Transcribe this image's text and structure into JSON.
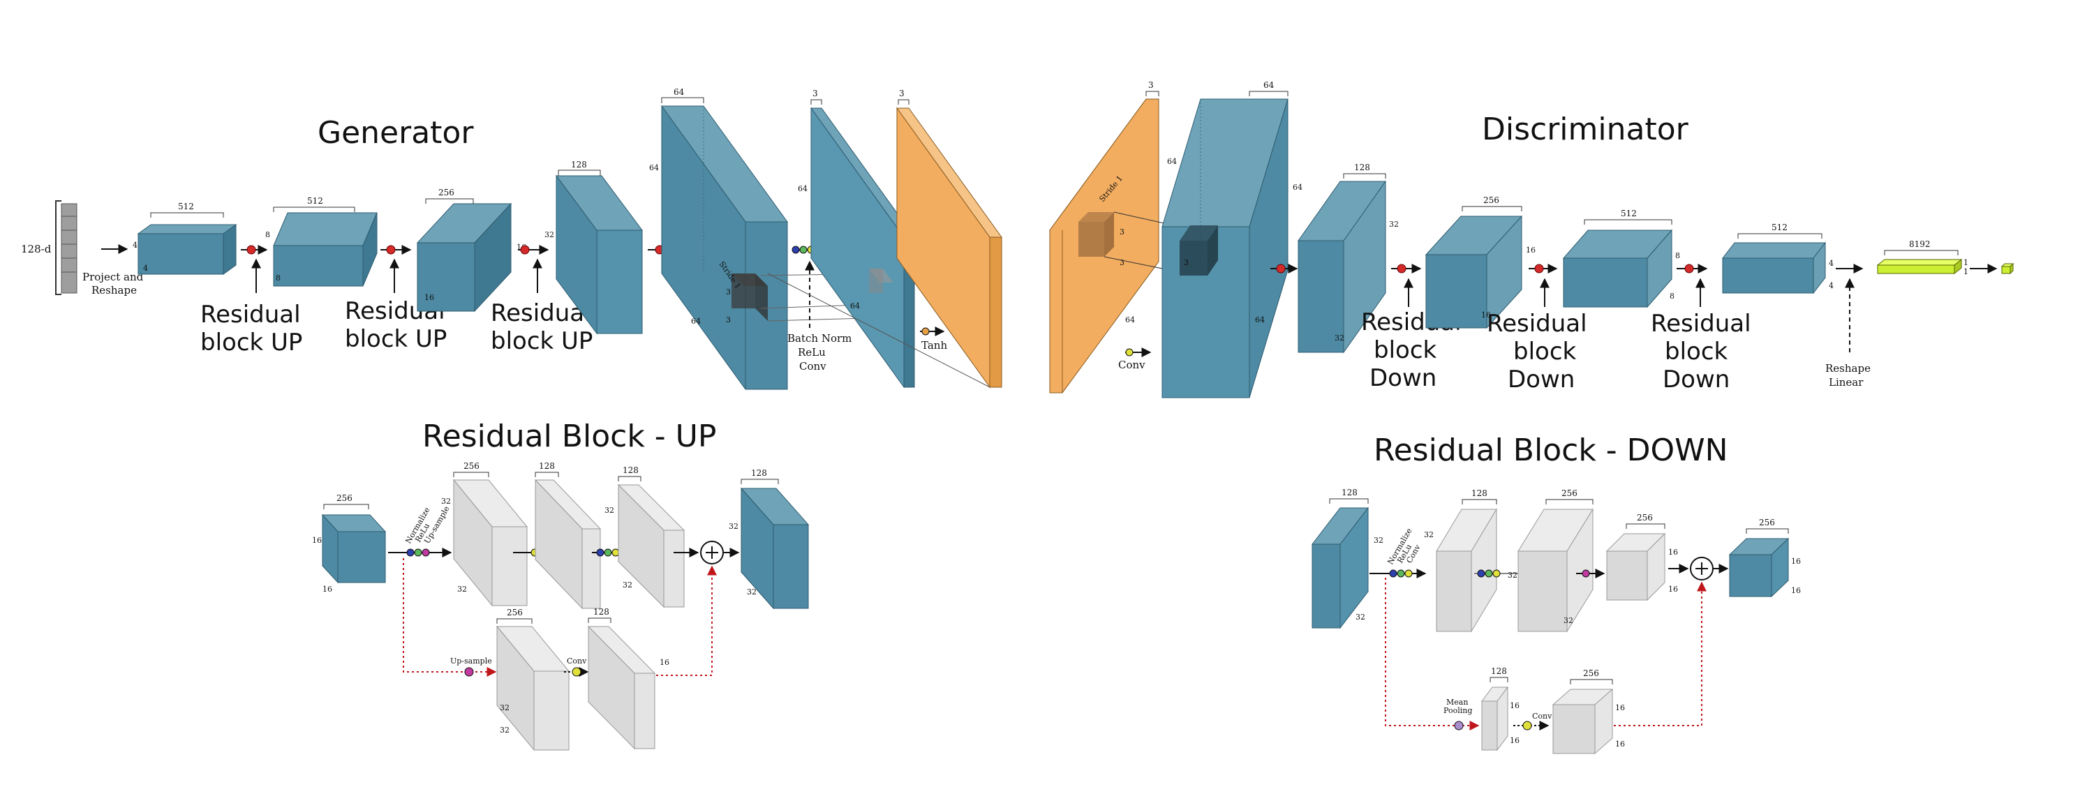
{
  "generator": {
    "title": "Generator",
    "input_label": "128-d",
    "project_label": [
      "Project and",
      "Reshape"
    ],
    "residual_labels": [
      [
        "Residual",
        "block UP"
      ],
      [
        "Residual",
        "block UP"
      ],
      [
        "Residual",
        "block UP"
      ]
    ],
    "block_dims": [
      "512",
      "512",
      "256",
      "128",
      "64"
    ],
    "side_dims": [
      [
        "4",
        "4"
      ],
      [
        "8",
        "8"
      ],
      [
        "16",
        "16"
      ],
      [
        "32"
      ],
      [
        "64",
        "64"
      ]
    ],
    "conv_label": [
      "Batch Norm",
      "ReLu",
      "Conv"
    ],
    "stride_label": "Stride 1",
    "kernel_dims": [
      "3",
      "3"
    ],
    "out_dims": [
      "3",
      "3",
      "64",
      "64"
    ],
    "tanh_label": "Tanh"
  },
  "discriminator": {
    "title": "Discriminator",
    "input_dims": [
      "3",
      "64",
      "64"
    ],
    "stride_label": "Stride 1",
    "kernel_dims": [
      "3",
      "3",
      "3"
    ],
    "conv_label": "Conv",
    "block_dims": [
      "64",
      "128",
      "256",
      "512",
      "512",
      "8192"
    ],
    "side_dims": [
      [
        "64",
        "64"
      ],
      [
        "32",
        "32"
      ],
      [
        "16",
        "16"
      ],
      [
        "8",
        "8"
      ],
      [
        "4",
        "4"
      ],
      [
        "1",
        "1"
      ]
    ],
    "residual_labels": [
      [
        "Residual",
        "block",
        "Down"
      ],
      [
        "Residual",
        "block",
        "Down"
      ],
      [
        "Residual",
        "block",
        "Down"
      ]
    ],
    "reshape_label": [
      "Reshape",
      "Linear"
    ]
  },
  "res_up": {
    "title": "Residual Block - UP",
    "in_dims": [
      "256",
      "16",
      "16"
    ],
    "path_labels": [
      "Normalize",
      "ReLu",
      "Up-sample"
    ],
    "main_dims": [
      "256",
      "128",
      "128"
    ],
    "main_sides": [
      "32",
      "32",
      "32",
      "32"
    ],
    "out_dims": [
      "128",
      "32",
      "32"
    ],
    "upsample_label": "Up-sample",
    "conv_label": "Conv",
    "skip_dims": [
      "256",
      "128"
    ],
    "skip_sides": [
      "32",
      "32",
      "16"
    ]
  },
  "res_down": {
    "title": "Residual Block - DOWN",
    "in_dims": [
      "128",
      "32",
      "32"
    ],
    "path_labels": [
      "Normalize",
      "ReLu",
      "Conv"
    ],
    "main_dims": [
      "128",
      "256",
      "256"
    ],
    "main_sides": [
      "32",
      "32",
      "16",
      "16"
    ],
    "out_dims": [
      "256",
      "16",
      "16"
    ],
    "pool_label": [
      "Mean",
      "Pooling"
    ],
    "conv_label": "Conv",
    "skip_dims": [
      "128",
      "256"
    ],
    "skip_sides": [
      "16",
      "16",
      "16",
      "16"
    ]
  },
  "colors": {
    "teal": "#4e8aa3",
    "teal_top": "#6fa3b8",
    "teal_side": "#3f7891",
    "orange": "#f2ad60",
    "grey": "#d9d9d9",
    "red_dot": "#d42a2a",
    "lime": "#ccee33"
  }
}
